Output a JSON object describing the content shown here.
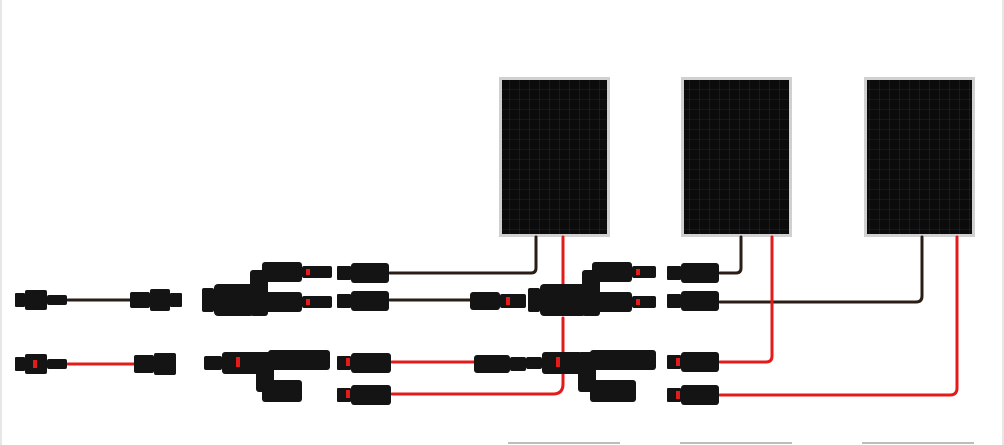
{
  "diagram": {
    "description_visible_text": "",
    "panels": [
      {
        "id": "panel-1"
      },
      {
        "id": "panel-2"
      },
      {
        "id": "panel-3"
      }
    ],
    "colors": {
      "positive_wire": "#e31b1b",
      "negative_wire": "#2a1d16",
      "panel_cell": "#0b0b0b",
      "panel_frame": "#c9c9c9",
      "connector": "#141414"
    }
  }
}
